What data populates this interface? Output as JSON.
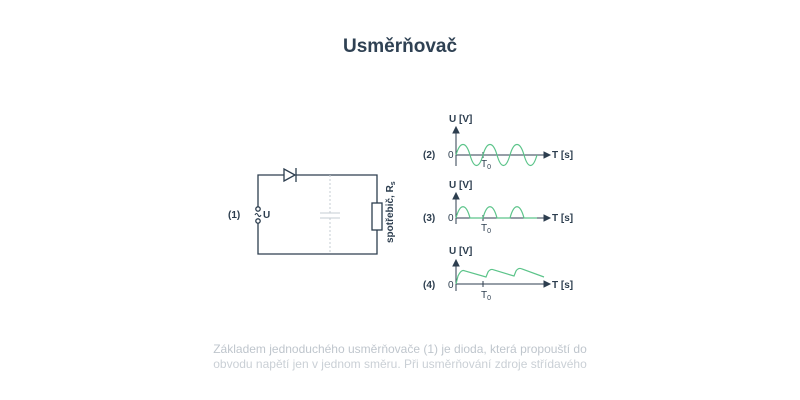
{
  "title": "Usměrňovač",
  "circuit": {
    "label": "(1)",
    "source_label": "U",
    "load_label": "spotřebič, R",
    "load_subscript": "s"
  },
  "graphs": [
    {
      "label": "(2)",
      "y_axis": "U [V]",
      "x_axis": "T [s]",
      "origin": "0",
      "tick": "T",
      "tick_subscript": "0",
      "waveform": "sine"
    },
    {
      "label": "(3)",
      "y_axis": "U [V]",
      "x_axis": "T [s]",
      "origin": "0",
      "tick": "T",
      "tick_subscript": "0",
      "waveform": "half-wave"
    },
    {
      "label": "(4)",
      "y_axis": "U [V]",
      "x_axis": "T [s]",
      "origin": "0",
      "tick": "T",
      "tick_subscript": "0",
      "waveform": "smoothed"
    }
  ],
  "description": {
    "line1": "Základem jednoduchého usměrňovače (1) je dioda, která propouští do",
    "line2": "obvodu napětí jen v jednom směru. Při usměrňování zdroje střídavého"
  },
  "colors": {
    "wire": "#2d3e4f",
    "signal": "#5cc48a",
    "capacitor": "#c5ccd3"
  }
}
